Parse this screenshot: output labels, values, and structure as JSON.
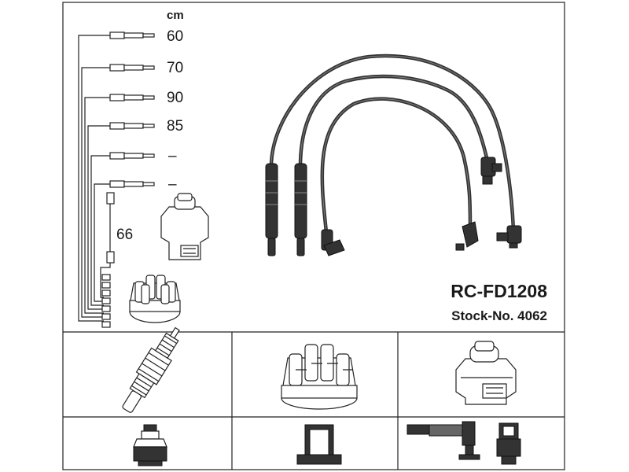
{
  "length_unit": "cm",
  "cable_lengths": [
    "60",
    "70",
    "90",
    "85",
    "–",
    "–"
  ],
  "coil_cable_length": "66",
  "product_code": "RC-FD1208",
  "stock_number": "Stock-No. 4062"
}
